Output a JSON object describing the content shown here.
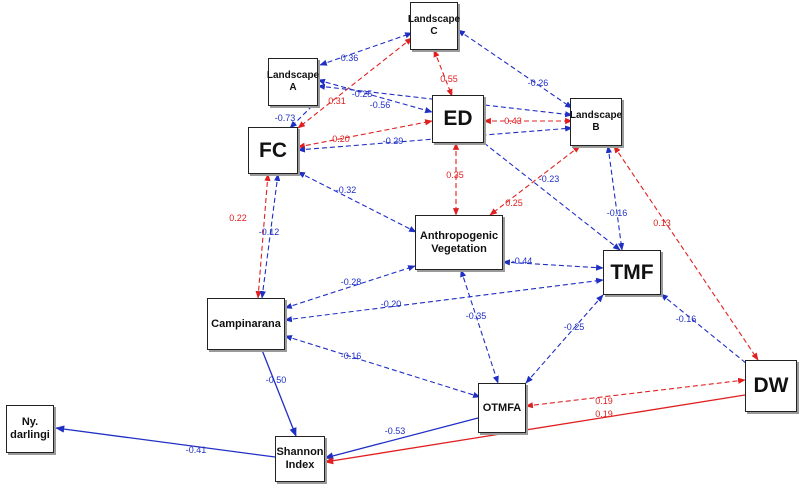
{
  "colors": {
    "negative": "#1f2fc4",
    "positive": "#e02020",
    "text": "#111111"
  },
  "nodes": {
    "landscape_c": "Landscape\nC",
    "landscape_a": "Landscape\nA",
    "ed": "ED",
    "landscape_b": "Landscape\nB",
    "fc": "FC",
    "anthropogenic": "Anthropogenic\nVegetation",
    "tmf": "TMF",
    "campinarana": "Campinarana",
    "otmfa": "OTMFA",
    "dw": "DW",
    "ny": "Ny.\ndarlingi",
    "shannon": "Shannon\nIndex"
  },
  "paths": [
    {
      "from": "landscape_a",
      "to": "landscape_c",
      "coef": "-0.36",
      "sign": "neg",
      "style": "dashed",
      "arrows": "both"
    },
    {
      "from": "landscape_c",
      "to": "fc",
      "coef": "0.31",
      "sign": "pos",
      "style": "dashed",
      "arrows": "both"
    },
    {
      "from": "landscape_c",
      "to": "ed",
      "coef": "0.55",
      "sign": "pos",
      "style": "dashed",
      "arrows": "both"
    },
    {
      "from": "landscape_c",
      "to": "landscape_b",
      "coef": "-0.26",
      "sign": "neg",
      "style": "dashed",
      "arrows": "both"
    },
    {
      "from": "landscape_a",
      "to": "ed",
      "coef": "-0.25",
      "sign": "neg",
      "style": "dashed",
      "arrows": "both"
    },
    {
      "from": "landscape_a",
      "to": "landscape_b",
      "coef": "-0.56",
      "sign": "neg",
      "style": "dashed",
      "arrows": "both"
    },
    {
      "from": "landscape_a",
      "to": "fc",
      "coef": "-0.73",
      "sign": "neg",
      "style": "dashed",
      "arrows": "both"
    },
    {
      "from": "ed",
      "to": "landscape_b",
      "coef": "0.43",
      "sign": "pos",
      "style": "dashed",
      "arrows": "both"
    },
    {
      "from": "fc",
      "to": "ed",
      "coef": "0.20",
      "sign": "pos",
      "style": "dashed",
      "arrows": "both"
    },
    {
      "from": "fc",
      "to": "landscape_b",
      "coef": "-0.29",
      "sign": "neg",
      "style": "dashed",
      "arrows": "both"
    },
    {
      "from": "fc",
      "to": "anthropogenic",
      "coef": "-0.32",
      "sign": "neg",
      "style": "dashed",
      "arrows": "both"
    },
    {
      "from": "ed",
      "to": "anthropogenic",
      "coef": "0.35",
      "sign": "pos",
      "style": "dashed",
      "arrows": "both"
    },
    {
      "from": "ed",
      "to": "tmf",
      "coef": "-0.23",
      "sign": "neg",
      "style": "dashed",
      "arrows": "end"
    },
    {
      "from": "landscape_b",
      "to": "anthropogenic",
      "coef": "0.25",
      "sign": "pos",
      "style": "dashed",
      "arrows": "both"
    },
    {
      "from": "landscape_b",
      "to": "tmf",
      "coef": "-0.16",
      "sign": "neg",
      "style": "dashed",
      "arrows": "both"
    },
    {
      "from": "landscape_b",
      "to": "dw",
      "coef": "0.13",
      "sign": "pos",
      "style": "dashed",
      "arrows": "both"
    },
    {
      "from": "fc",
      "to": "campinarana",
      "coef": "0.22",
      "sign": "pos",
      "style": "dashed",
      "arrows": "both"
    },
    {
      "from": "fc",
      "to": "campinarana",
      "coef": "-0.12",
      "sign": "neg",
      "style": "dashed",
      "arrows": "both"
    },
    {
      "from": "anthropogenic",
      "to": "tmf",
      "coef": "-0.44",
      "sign": "neg",
      "style": "dashed",
      "arrows": "both"
    },
    {
      "from": "campinarana",
      "to": "anthropogenic",
      "coef": "-0.28",
      "sign": "neg",
      "style": "dashed",
      "arrows": "both"
    },
    {
      "from": "campinarana",
      "to": "tmf",
      "coef": "-0.20",
      "sign": "neg",
      "style": "dashed",
      "arrows": "both"
    },
    {
      "from": "anthropogenic",
      "to": "otmfa",
      "coef": "-0.35",
      "sign": "neg",
      "style": "dashed",
      "arrows": "both"
    },
    {
      "from": "otmfa",
      "to": "tmf",
      "coef": "-0.25",
      "sign": "neg",
      "style": "dashed",
      "arrows": "both"
    },
    {
      "from": "tmf",
      "to": "dw",
      "coef": "-0.16",
      "sign": "neg",
      "style": "dashed",
      "arrows": "both"
    },
    {
      "from": "campinarana",
      "to": "otmfa",
      "coef": "-0.16",
      "sign": "neg",
      "style": "dashed",
      "arrows": "both"
    },
    {
      "from": "campinarana",
      "to": "shannon",
      "coef": "-0.50",
      "sign": "neg",
      "style": "solid",
      "arrows": "end"
    },
    {
      "from": "otmfa",
      "to": "shannon",
      "coef": "-0.53",
      "sign": "neg",
      "style": "solid",
      "arrows": "end"
    },
    {
      "from": "shannon",
      "to": "ny",
      "coef": "-0.41",
      "sign": "neg",
      "style": "solid",
      "arrows": "end"
    },
    {
      "from": "otmfa",
      "to": "dw",
      "coef": "0.19",
      "sign": "pos",
      "style": "dashed",
      "arrows": "both"
    },
    {
      "from": "dw",
      "to": "shannon",
      "coef": "0.19",
      "sign": "pos",
      "style": "solid",
      "arrows": "end"
    }
  ]
}
